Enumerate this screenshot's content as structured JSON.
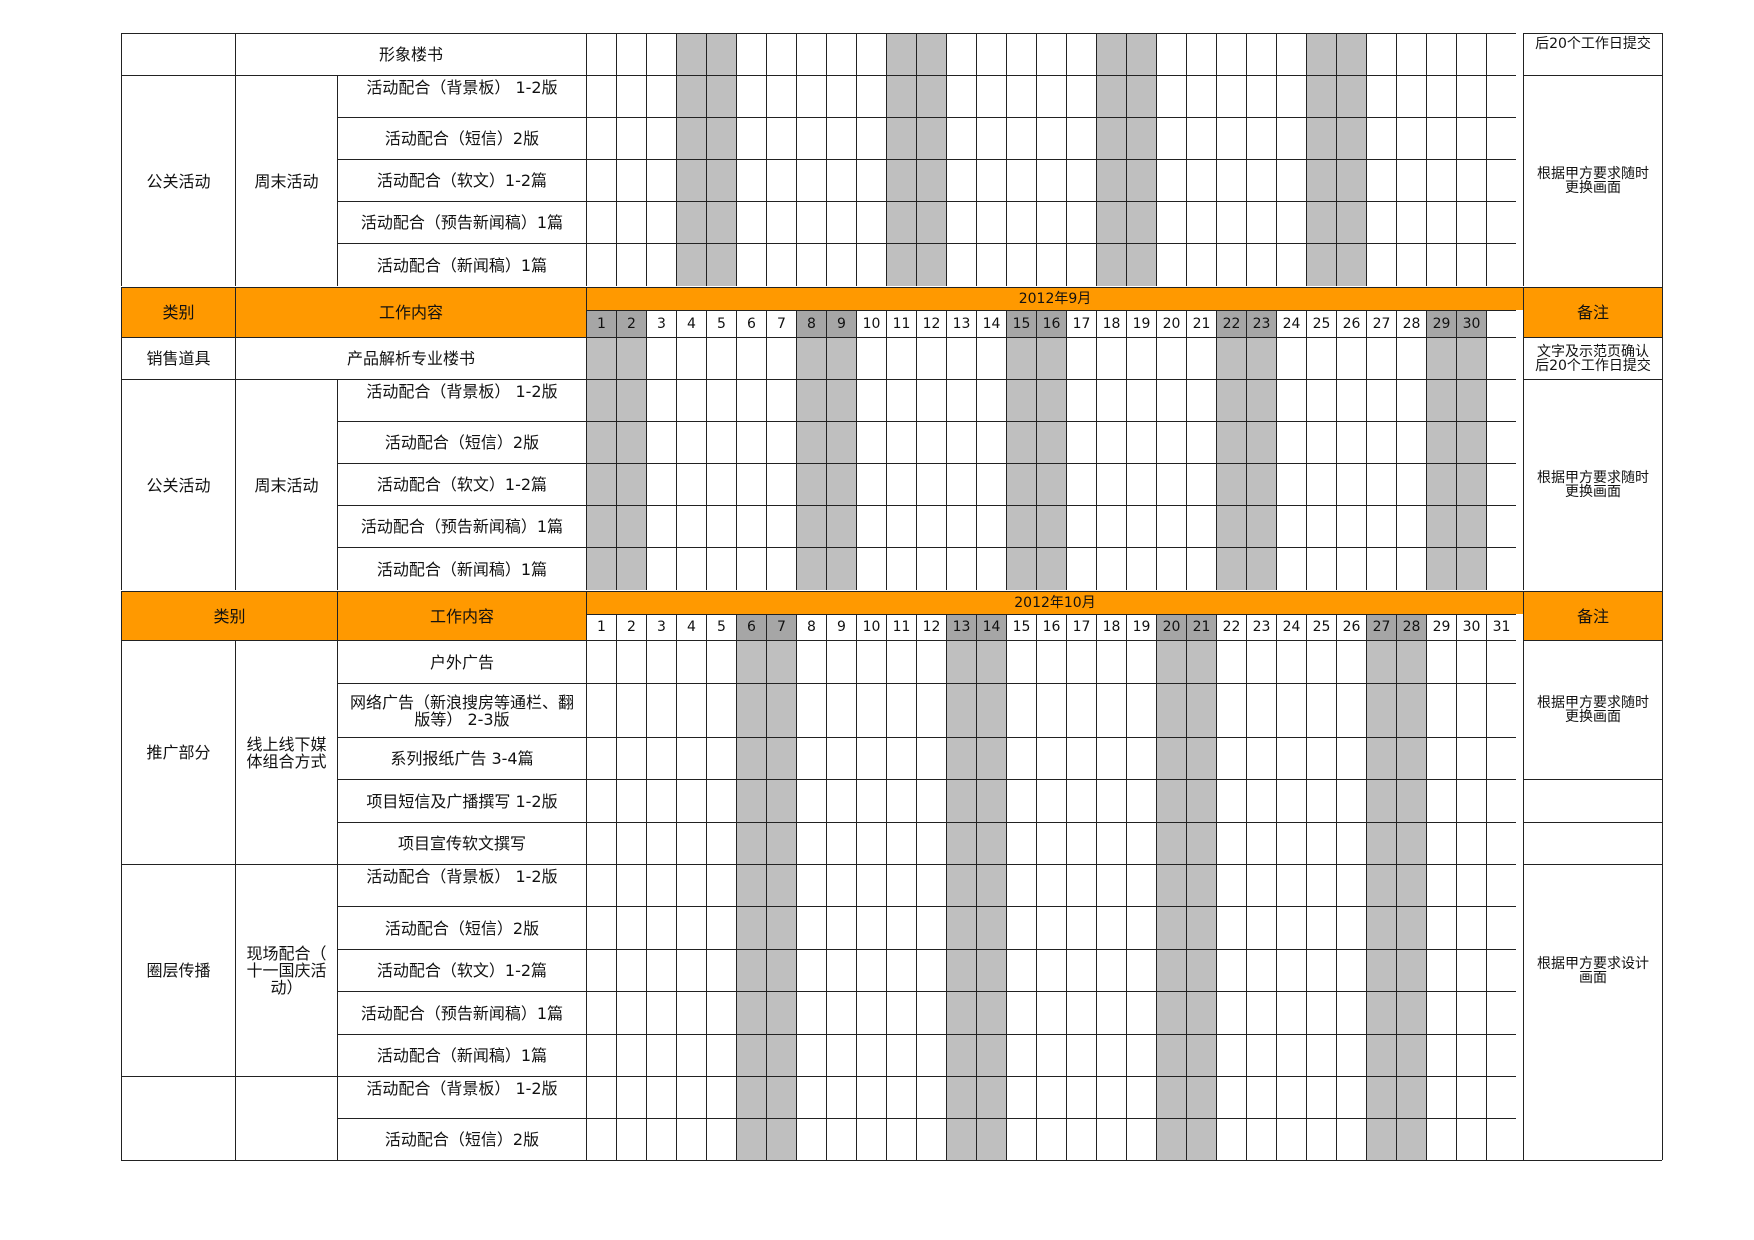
{
  "blocks": [
    {
      "kind": "section",
      "has_header": false,
      "weekends": [
        4,
        5,
        11,
        12,
        18,
        19,
        25,
        26
      ],
      "groups": [
        {
          "category": "",
          "subcategory": "",
          "items": [
            "形象楼书"
          ],
          "notes": [
            {
              "text": "后20个工作日提交",
              "span": 1,
              "align": "top"
            }
          ]
        },
        {
          "category": "公关活动",
          "subcategory": "周末活动",
          "items": [
            "活动配合（背景板） 1-2版",
            "活动配合（短信）2版",
            "活动配合（软文）1-2篇",
            "活动配合（预告新闻稿）1篇",
            "活动配合（新闻稿）1篇"
          ],
          "item_align": [
            "top",
            "center",
            "center",
            "center",
            "center"
          ],
          "notes": [
            {
              "text": "根据甲方要求随时\n更换画面",
              "span": 5,
              "align": "center"
            }
          ]
        }
      ]
    },
    {
      "kind": "section",
      "has_header": true,
      "header": {
        "category": "类别",
        "content": "工作内容",
        "month": "2012年9月",
        "remarks": "备注"
      },
      "days": 30,
      "weekends": [
        1,
        2,
        8,
        9,
        15,
        16,
        22,
        23,
        29,
        30
      ],
      "groups": [
        {
          "category": "销售道具",
          "subcategory": "",
          "merged_content": true,
          "items": [
            "产品解析专业楼书"
          ],
          "notes": [
            {
              "text": "文字及示范页确认\n后20个工作日提交",
              "span": 1,
              "align": "center"
            }
          ]
        },
        {
          "category": "公关活动",
          "subcategory": "周末活动",
          "items": [
            "活动配合（背景板） 1-2版",
            "活动配合（短信）2版",
            "活动配合（软文）1-2篇",
            "活动配合（预告新闻稿）1篇",
            "活动配合（新闻稿）1篇"
          ],
          "item_align": [
            "top",
            "center",
            "center",
            "center",
            "center"
          ],
          "notes": [
            {
              "text": "根据甲方要求随时\n更换画面",
              "span": 5,
              "align": "center"
            }
          ]
        }
      ]
    },
    {
      "kind": "section",
      "has_header": true,
      "header": {
        "category": "类别",
        "content": "工作内容",
        "month": "2012年10月",
        "remarks": "备注"
      },
      "days": 31,
      "weekends": [
        6,
        7,
        13,
        14,
        20,
        21,
        27,
        28
      ],
      "groups": [
        {
          "category": "推广部分",
          "subcategory": "线上线下媒\n体组合方式",
          "items": [
            "户外广告",
            "网络广告（新浪搜房等通栏、翻\n版等） 2-3版",
            "系列报纸广告 3-4篇",
            "项目短信及广播撰写 1-2版",
            "项目宣传软文撰写"
          ],
          "item_align": [
            "center",
            "center",
            "center",
            "center",
            "center"
          ],
          "notes": [
            {
              "text": "根据甲方要求随时\n更换画面",
              "span": 3,
              "align": "center"
            },
            {
              "text": "",
              "span": 1,
              "align": "center"
            },
            {
              "text": "",
              "span": 1,
              "align": "center"
            }
          ]
        },
        {
          "category": "圈层传播",
          "subcategory": "现场配合（\n十一国庆活\n动）",
          "items": [
            "活动配合（背景板） 1-2版",
            "活动配合（短信）2版",
            "活动配合（软文）1-2篇",
            "活动配合（预告新闻稿）1篇",
            "活动配合（新闻稿）1篇"
          ],
          "item_align": [
            "top",
            "center",
            "center",
            "center",
            "center"
          ],
          "notes": [
            {
              "text": "根据甲方要求设计\n画面",
              "span": 5,
              "align": "center"
            }
          ]
        },
        {
          "category": "",
          "subcategory": "",
          "items": [
            "活动配合（背景板） 1-2版",
            "活动配合（短信）2版"
          ],
          "item_align": [
            "top",
            "center"
          ],
          "notes": []
        }
      ]
    }
  ]
}
